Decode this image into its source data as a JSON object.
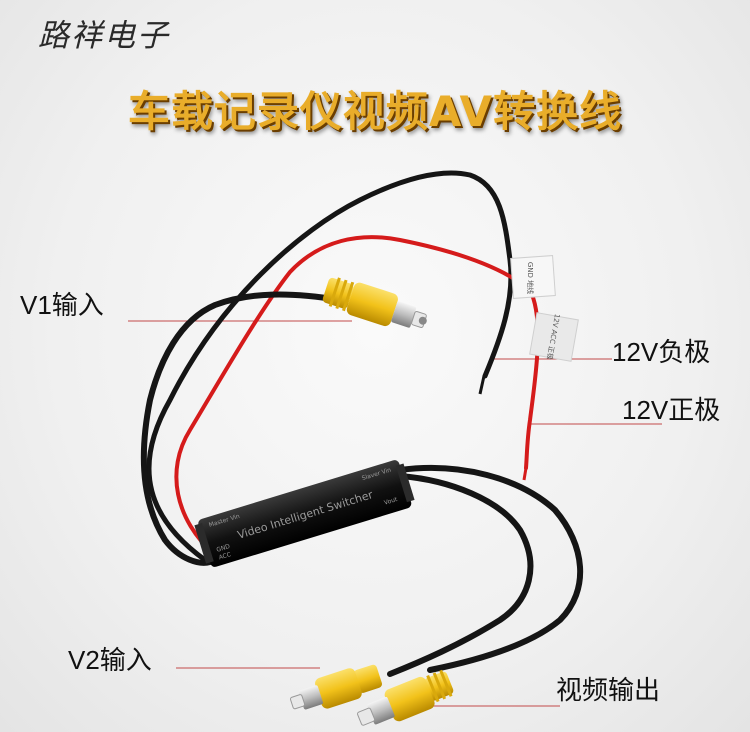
{
  "brand": "路祥电子",
  "headline": "车载记录仪视频AV转换线",
  "callouts": {
    "v1_input": "V1输入",
    "v2_input": "V2输入",
    "power_negative": "12V负极",
    "power_positive": "12V正极",
    "video_output": "视频输出"
  },
  "module": {
    "label": "Video Intelligent Switcher",
    "port_master": "Master Vin",
    "port_slave": "Slaver Vin",
    "port_gnd": "GND",
    "port_acc": "ACC",
    "port_vout": "Vout"
  },
  "tags": {
    "gnd_tag": "GND 地线",
    "acc_tag": "12V ACC 正极"
  },
  "colors": {
    "headline": "#e9ad2a",
    "wire_black": "#151515",
    "wire_red": "#d51b1b",
    "rca_yellow": "#f2c21a"
  }
}
